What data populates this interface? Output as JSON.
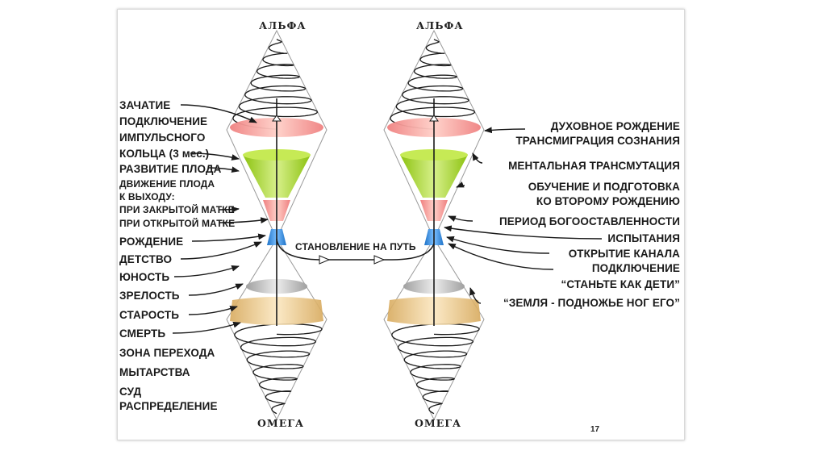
{
  "poles": {
    "left_top": "АЛЬФА",
    "left_bottom": "ОМЕГА",
    "right_top": "АЛЬФА",
    "right_bottom": "ОМЕГА"
  },
  "left_labels": {
    "conception": "ЗАЧАТИЕ",
    "connection": "ПОДКЛЮЧЕНИЕ",
    "impulse": "ИМПУЛЬСНОГО",
    "ring": "КОЛЬЦА (3 мес.)",
    "fetus": "РАЗВИТИЕ ПЛОДА",
    "movement": "ДВИЖЕНИЕ ПЛОДА",
    "to_exit": "К ВЫХОДУ:",
    "closed": "ПРИ ЗАКРЫТОЙ МАТКЕ",
    "open": "ПРИ ОТКРЫТОЙ МАТКЕ",
    "birth": "РОЖДЕНИЕ",
    "childhood": "ДЕТСТВО",
    "youth": "ЮНОСТЬ",
    "maturity": "ЗРЕЛОСТЬ",
    "old_age": "СТАРОСТЬ",
    "death": "СМЕРТЬ",
    "transition": "ЗОНА ПЕРЕХОДА",
    "ordeals": "МЫТАРСТВА",
    "judgment": "СУД",
    "distribution": "РАСПРЕДЕЛЕНИЕ"
  },
  "right_labels": {
    "spiritual_birth": "ДУХОВНОЕ РОЖДЕНИЕ",
    "transmigration": "ТРАНСМИГРАЦИЯ СОЗНАНИЯ",
    "mental": "МЕНТАЛЬНАЯ ТРАНСМУТАЦИЯ",
    "training": "ОБУЧЕНИЕ И ПОДГОТОВКА",
    "second_birth": "КО ВТОРОМУ РОЖДЕНИЮ",
    "abandonment": "ПЕРИОД БОГООСТАВЛЕННОСТИ",
    "trials": "ИСПЫТАНИЯ",
    "channel": "ОТКРЫТИЕ КАНАЛА",
    "connection": "ПОДКЛЮЧЕНИЕ",
    "children": "“СТАНЬТЕ КАК ДЕТИ”",
    "earth": "“ЗЕМЛЯ - ПОДНОЖЬЕ НОГ ЕГО”"
  },
  "path_label": "СТАНОВЛЕНИЕ НА ПУТЬ",
  "page_number": "17",
  "colors": {
    "pink": "#f08a8a",
    "green": "#9fd21e",
    "blue": "#2f8fe0",
    "grey": "#b8b8b8",
    "tan": "#e3bf7a",
    "line": "#1a1a1a"
  }
}
